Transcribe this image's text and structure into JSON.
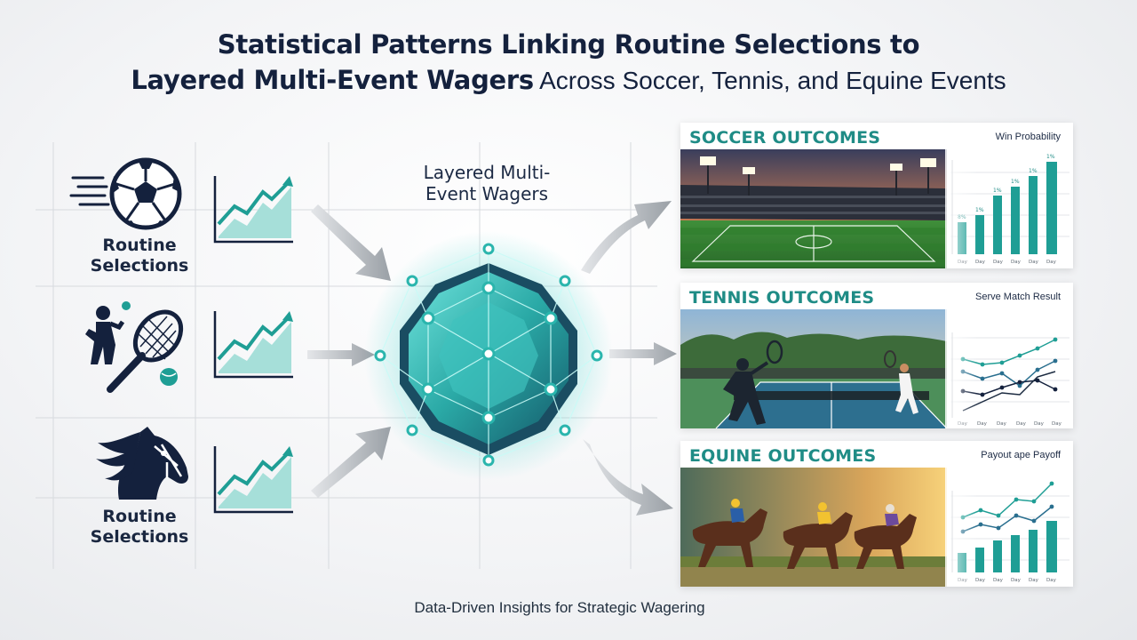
{
  "title": {
    "line1": "Statistical Patterns Linking Routine Selections to",
    "line2_bold": "Layered Multi-Event Wagers",
    "line2_rest": " Across Soccer, Tennis, and Equine Events"
  },
  "left_column": {
    "labels": [
      "Routine Selections",
      "Routine Selections"
    ],
    "icons": [
      "soccer-ball-icon",
      "tennis-player-icon",
      "horse-head-icon"
    ]
  },
  "hub": {
    "title": "Layered Multi-Event Wagers"
  },
  "panels": [
    {
      "title": "SOCCER OUTCOMES",
      "chart_title": "Win Probability",
      "scene": "stadium-photo"
    },
    {
      "title": "TENNIS OUTCOMES",
      "chart_title": "Serve Match Result",
      "scene": "tennis-court-photo"
    },
    {
      "title": "EQUINE OUTCOMES",
      "chart_title": "Payout ape Payoff",
      "scene": "horse-race-photo"
    }
  ],
  "footer": "Data-Driven Insights for Strategic Wagering",
  "colors": {
    "teal": "#1f9e95",
    "navy": "#14213d",
    "accent_teal": "#4fd6cf"
  }
}
